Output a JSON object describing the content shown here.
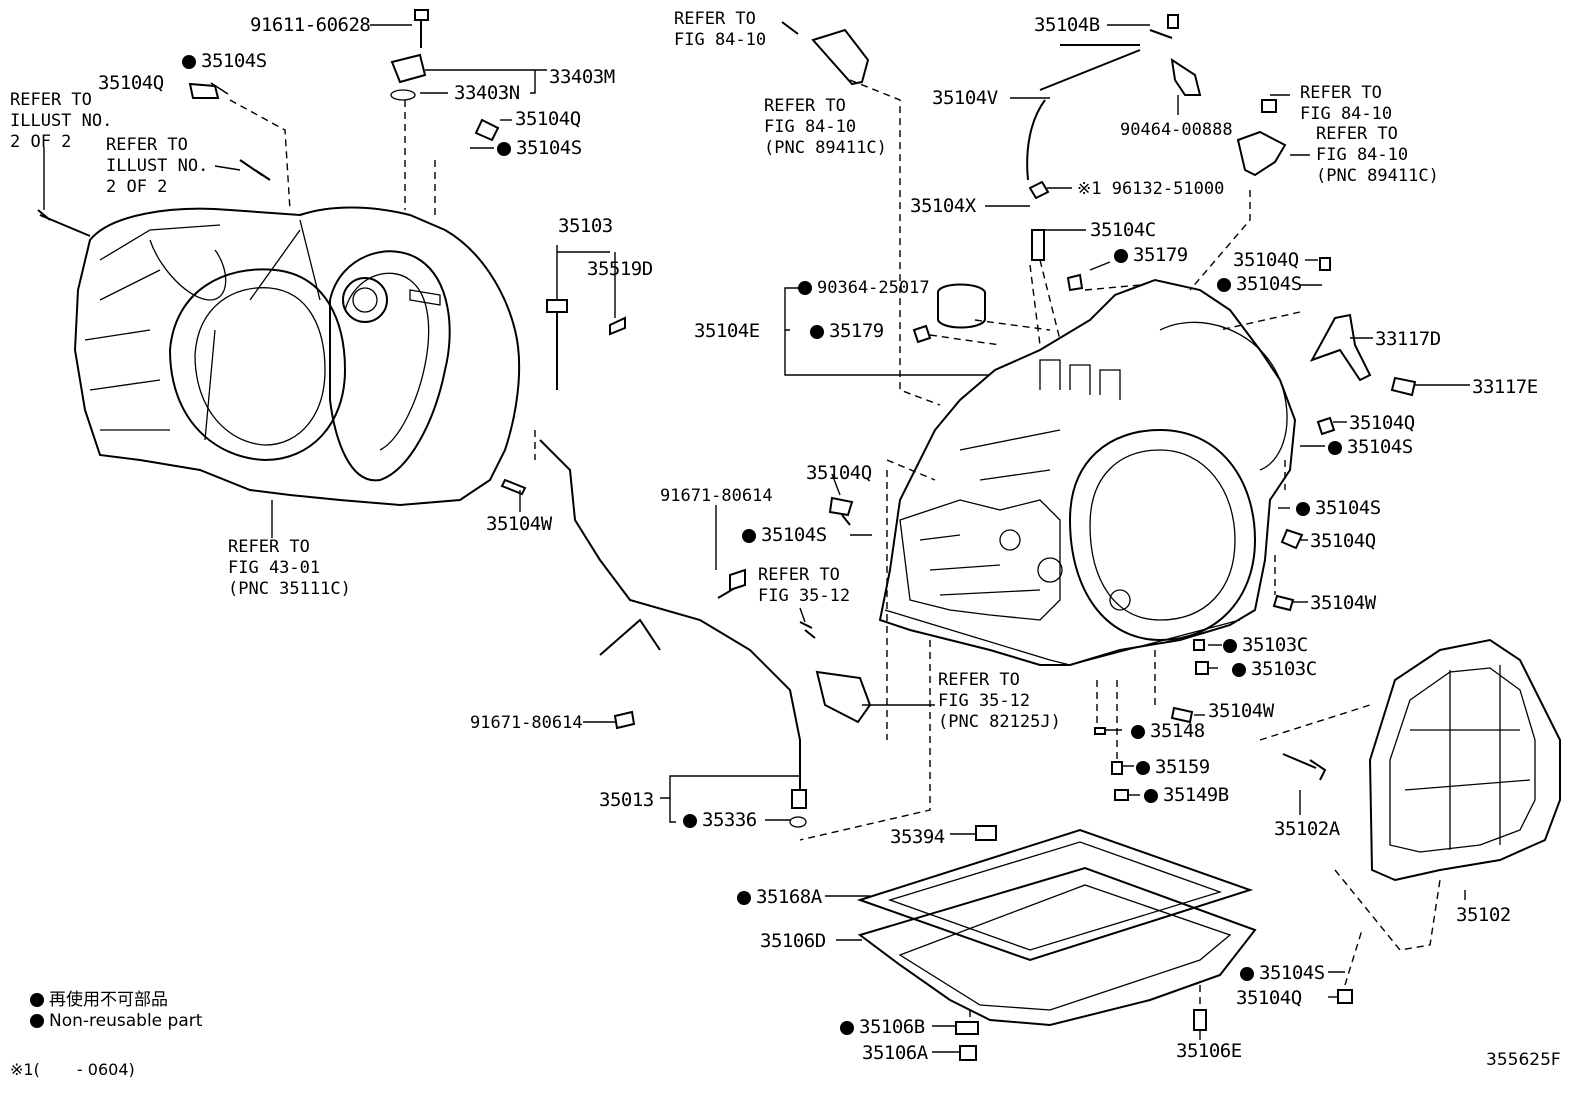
{
  "labels": {
    "p91611": "91611-60628",
    "p33403N": "33403N",
    "p33403M": "33403M",
    "p35104S_a": "35104S",
    "p35104Q_a": "35104Q",
    "refer_illust_a": "REFER TO\nILLUST NO.\n2 OF 2",
    "refer_illust_b": "REFER TO\nILLUST NO.\n2 OF 2",
    "p35104Q_b": "35104Q",
    "p35104S_b": "35104S",
    "refer_84_10_a": "REFER TO\nFIG 84-10",
    "refer_84_10_b": "REFER TO\nFIG 84-10\n(PNC 89411C)",
    "p35104B": "35104B",
    "p35104V": "35104V",
    "p90464": "90464-00888",
    "refer_84_10_c": "REFER TO\nFIG 84-10",
    "refer_84_10_d": "REFER TO\nFIG 84-10\n(PNC 89411C)",
    "p96132": "※1 96132-51000",
    "p35104X": "35104X",
    "p35104C": "35104C",
    "p35103": "35103",
    "p35519D": "35519D",
    "p35179_a": "35179",
    "p90364": "90364-25017",
    "p35104E": "35104E",
    "p35179_b": "35179",
    "p35104Q_c": "35104Q",
    "p35104S_c": "35104S",
    "p33117D": "33117D",
    "p33117E": "33117E",
    "p35104Q_d": "35104Q",
    "p35104S_d": "35104S",
    "p35104W_a": "35104W",
    "refer_43_01": "REFER TO\nFIG 43-01\n(PNC 35111C)",
    "p91671_a": "91671-80614",
    "p35104Q_e": "35104Q",
    "p35104S_e": "35104S",
    "refer_35_12_a": "REFER TO\nFIG 35-12",
    "p35104S_f": "35104S",
    "p35104Q_f": "35104Q",
    "p35104W_b": "35104W",
    "p35103C_a": "35103C",
    "p35103C_b": "35103C",
    "refer_35_12_b": "REFER TO\nFIG 35-12\n(PNC 82125J)",
    "p35104W_c": "35104W",
    "p91671_b": "91671-80614",
    "p35148": "35148",
    "p35159": "35159",
    "p35149B": "35149B",
    "p35013": "35013",
    "p35336": "35336",
    "p35102A": "35102A",
    "p35394": "35394",
    "p35168A": "35168A",
    "p35106D": "35106D",
    "p35102": "35102",
    "p35104S_g": "35104S",
    "p35104Q_g": "35104Q",
    "p35106B": "35106B",
    "p35106A": "35106A",
    "p35106E": "35106E"
  },
  "legend": {
    "non_reusable_ja": "再使用不可部品",
    "non_reusable_en": "Non-reusable part",
    "footnote": "※1(　　 - 0604)"
  },
  "figure_id": "355625F"
}
